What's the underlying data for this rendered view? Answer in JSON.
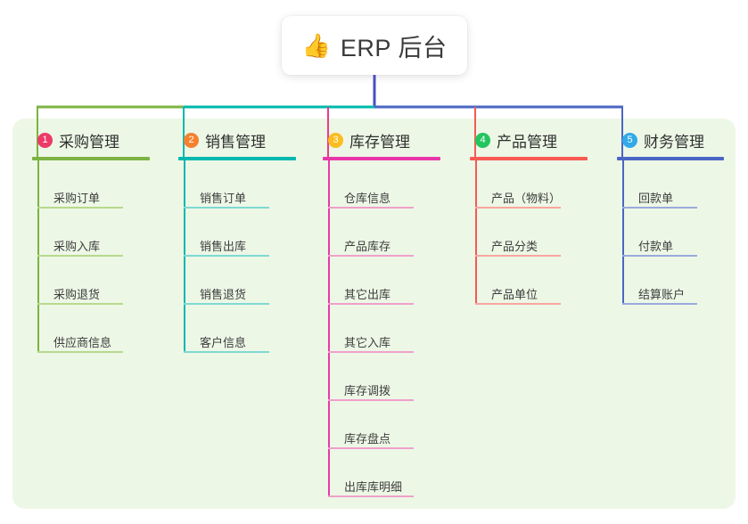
{
  "root": {
    "emoji": "👍",
    "emoji_name": "thumbs-up-icon",
    "title": "ERP 后台"
  },
  "canvas": {
    "panel_color": "#edf7e6",
    "background_color": "#ffffff",
    "card_color": "#ffffff"
  },
  "columns": [
    {
      "number": "1",
      "title": "采购管理",
      "badge_color": "#ec3a67",
      "line_color": "#7cb342",
      "item_line_color": "#b6d98c",
      "connector_color": "#7cb342",
      "items": [
        {
          "label": "采购订单"
        },
        {
          "label": "采购入库"
        },
        {
          "label": "采购退货"
        },
        {
          "label": "供应商信息"
        }
      ]
    },
    {
      "number": "2",
      "title": "销售管理",
      "badge_color": "#f5812f",
      "line_color": "#00b8ad",
      "item_line_color": "#7fd9d2",
      "connector_color": "#00b8ad",
      "items": [
        {
          "label": "销售订单"
        },
        {
          "label": "销售出库"
        },
        {
          "label": "销售退货"
        },
        {
          "label": "客户信息"
        }
      ]
    },
    {
      "number": "3",
      "title": "库存管理",
      "badge_color": "#fbbd20",
      "line_color": "#e838a8",
      "item_line_color": "#f0a0ca",
      "connector_color": "#ec3a8a",
      "items": [
        {
          "label": "仓库信息"
        },
        {
          "label": "产品库存"
        },
        {
          "label": "其它出库"
        },
        {
          "label": "其它入库"
        },
        {
          "label": "库存调拨"
        },
        {
          "label": "库存盘点"
        },
        {
          "label": "出库库明细"
        }
      ]
    },
    {
      "number": "4",
      "title": "产品管理",
      "badge_color": "#22c55e",
      "line_color": "#f65a52",
      "item_line_color": "#f9a69f",
      "connector_color": "#f65a52",
      "items": [
        {
          "label": "产品（物料）"
        },
        {
          "label": "产品分类"
        },
        {
          "label": "产品单位"
        }
      ]
    },
    {
      "number": "5",
      "title": "财务管理",
      "badge_color": "#33a9e8",
      "line_color": "#4a66c4",
      "item_line_color": "#9aaade",
      "connector_color": "#4a66c4",
      "items": [
        {
          "label": "回款单"
        },
        {
          "label": "付款单"
        },
        {
          "label": "结算账户"
        }
      ]
    }
  ],
  "connector_bar": {
    "trunk_color": "#4a4fc0",
    "left_segment_color": "#7cb342",
    "mid_segment_color": "#00b8ad",
    "right_segment_color": "#4a66c4"
  }
}
